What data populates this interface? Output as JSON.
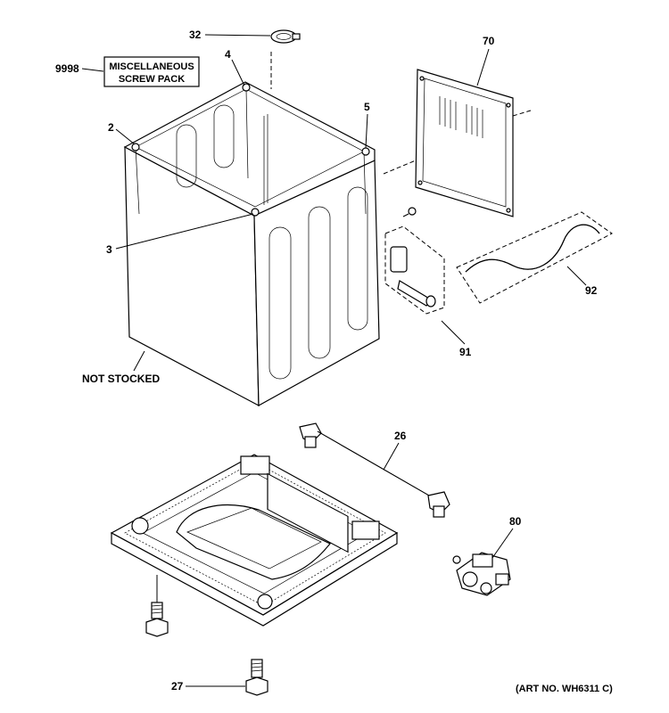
{
  "diagram": {
    "box_label": [
      "MISCELLANEOUS",
      "SCREW PACK"
    ],
    "not_stocked": "NOT STOCKED",
    "art_number": "(ART NO. WH6311 C)",
    "callouts": {
      "c9998": "9998",
      "c32": "32",
      "c4": "4",
      "c70": "70",
      "c2": "2",
      "c5": "5",
      "c3": "3",
      "c92": "92",
      "c91": "91",
      "c26": "26",
      "c80": "80",
      "c27": "27"
    }
  }
}
